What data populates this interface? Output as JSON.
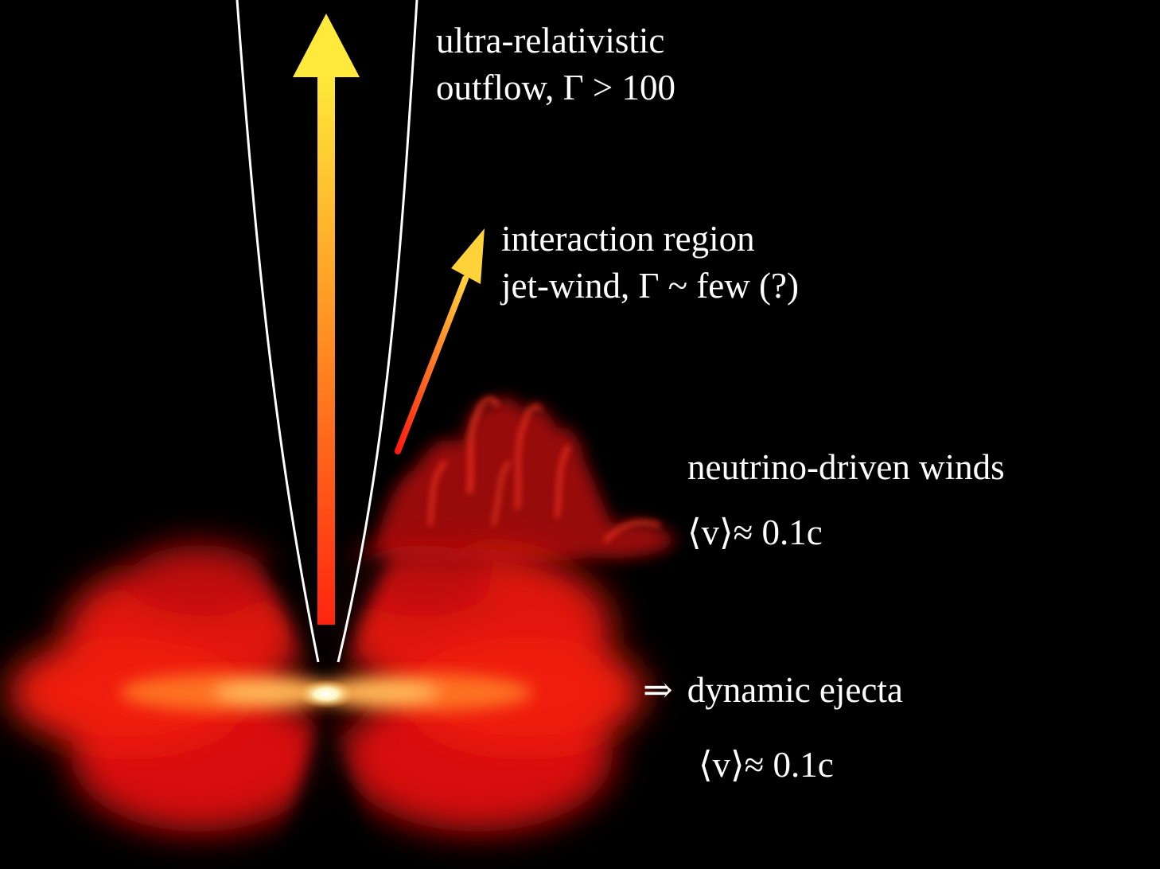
{
  "labels": {
    "outflow": {
      "line1": "ultra-relativistic",
      "line2": "outflow, Γ > 100"
    },
    "interaction": {
      "line1": "interaction region",
      "line2": "jet-wind, Γ ~ few (?)"
    },
    "winds": {
      "title": "neutrino-driven winds",
      "velocity": "⟨v⟩≈ 0.1c"
    },
    "ejecta": {
      "arrow_symbol": "⇒",
      "title": "dynamic ejecta",
      "velocity": "⟨v⟩≈ 0.1c"
    }
  },
  "colors": {
    "background": "#000000",
    "jet_top": "#ffe93a",
    "jet_bottom": "#ff2a10",
    "ejecta_red": "#ff1a10",
    "core_white": "#fffbe0",
    "cone_lines": "#ffffff"
  }
}
